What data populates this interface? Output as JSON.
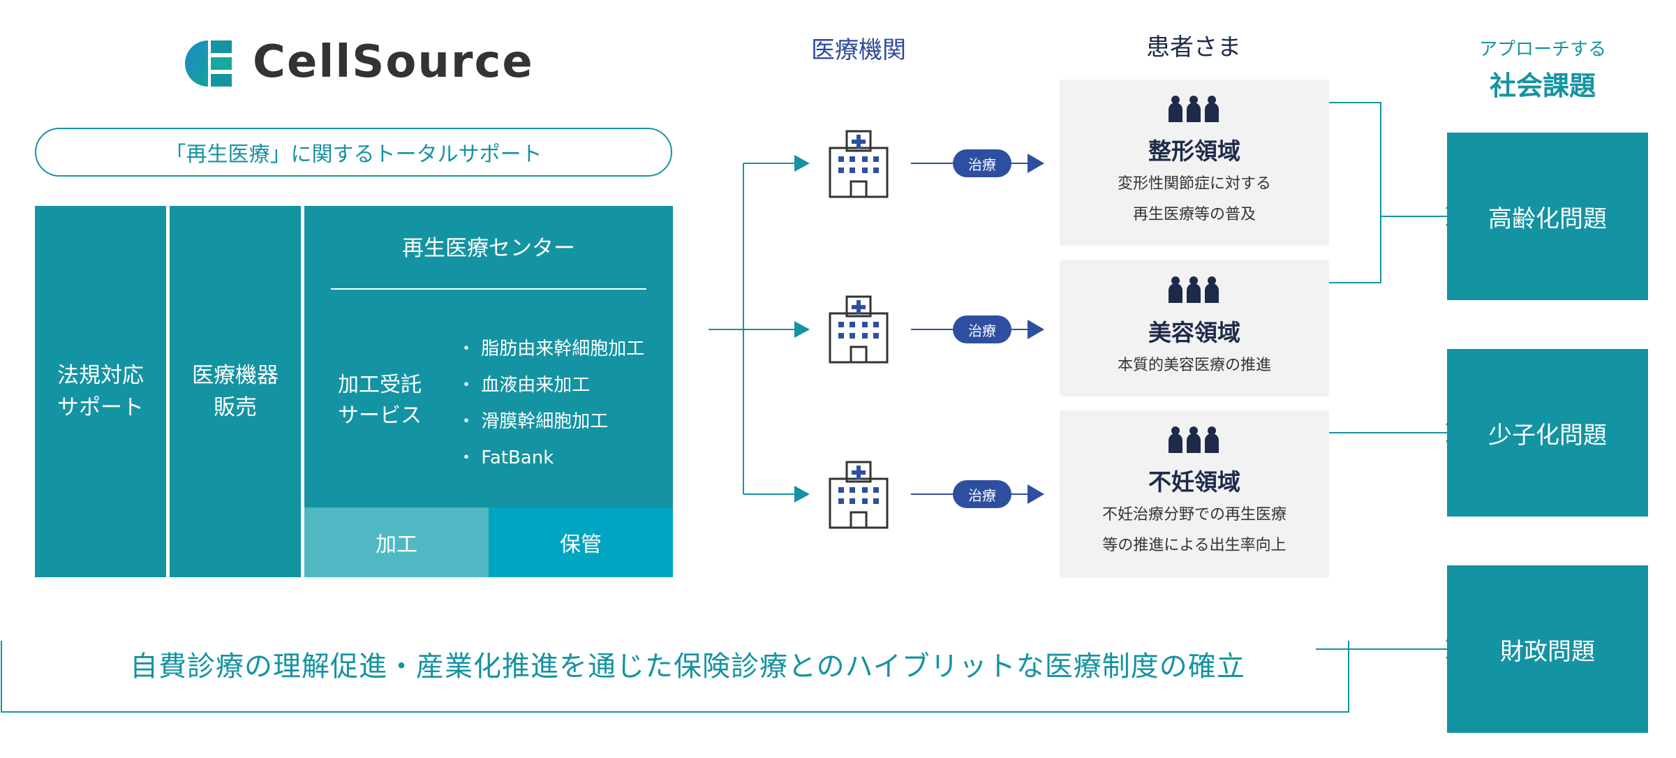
{
  "logo": {
    "text": "CellSource"
  },
  "pill": {
    "text": "「再生医療」に関するトータルサポート"
  },
  "columns": {
    "law": "法規対応\nサポート",
    "equipment": "医療機器\n販売"
  },
  "center": {
    "title": "再生医療センター",
    "service_label": "加工受託\nサービス",
    "services": [
      "・ 脂肪由来幹細胞加工",
      "・ 血液由来加工",
      "・ 滑膜幹細胞加工",
      "・ FatBank"
    ],
    "cell_processing": "加工",
    "cell_storage": "保管"
  },
  "headers": {
    "institution": "医療機関",
    "patient": "患者さま",
    "approach_line1": "アプローチする",
    "approach_line2": "社会課題"
  },
  "treatment_badge": "治療",
  "panels": [
    {
      "title": "整形領域",
      "desc": [
        "変形性関節症に対する",
        "再生医療等の普及"
      ]
    },
    {
      "title": "美容領域",
      "desc": [
        "本質的美容医療の推進"
      ]
    },
    {
      "title": "不妊領域",
      "desc": [
        "不妊治療分野での再生医療",
        "等の推進による出生率向上"
      ]
    }
  ],
  "issues": [
    "高齢化問題",
    "少子化問題",
    "財政問題"
  ],
  "bottom": {
    "text": "自費診療の理解促進・産業化推進を通じた保険診療とのハイブリットな医療制度の確立"
  },
  "icons": {
    "hospital": "hospital-icon",
    "people": "people-icon",
    "arrow": "arrow-icon"
  },
  "colors": {
    "teal": "#1493a2",
    "navy": "#2e4fa0",
    "dark": "#1e2a4a",
    "light_teal": "#4fb8c3",
    "blue": "#00a5c2"
  }
}
